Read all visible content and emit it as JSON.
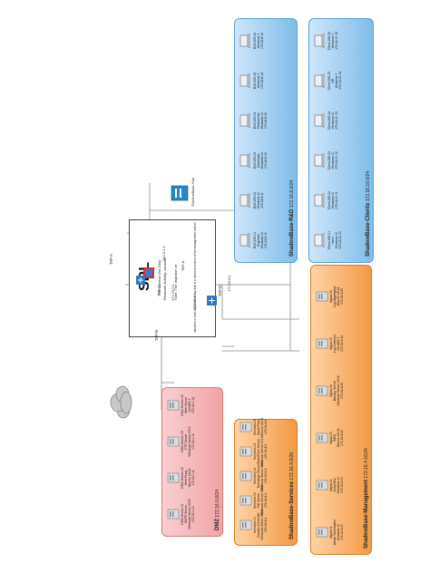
{
  "legend": {
    "title": "SRL",
    "lines": [
      "For Internal Use Only",
      "Reviewer Activity: xxxxxxx",
      "Note: The depiction of",
      "TAP-A",
      "indicates a read-only network tap that is a mirrored version of the management subnet"
    ]
  },
  "zones": {
    "dmz": {
      "name": "DMZ",
      "subnet": "172.16.0.0/24"
    },
    "services": {
      "name": "ShadowBase-Services",
      "subnet": "172.16.4.0/28"
    },
    "management": {
      "name": "ShadowBase-Management",
      "subnet": "172.16.4.16/24"
    },
    "rnd": {
      "name": "ShadowBase-R&D",
      "subnet": "172.16.8.0/24"
    },
    "clients": {
      "name": "ShadowBase-Clients",
      "subnet": "172.16.10.0/24"
    }
  },
  "taps": [
    "TAP-A",
    "TAP-B",
    "TAP-C",
    "TAP-D"
  ],
  "router_labels": [
    "172.16.0.1",
    "192.0.2.1",
    "172.16.4.1",
    "172.16.8.1"
  ],
  "hub_label": "ShadowBase-Hub",
  "dmz_devices": [
    {
      "name": "DMZ-Server-01",
      "lines": [
        "SMTP Server",
        "Windows Server 2016"
      ],
      "ip": "172.16.0.10"
    },
    {
      "name": "DMZ-Server-02",
      "lines": [
        "Web Proxy",
        "Ubuntu 18.04"
      ],
      "ip": "172.16.0.11"
    },
    {
      "name": "DMZ-Server-03",
      "lines": [
        "FTP Server",
        "Windows Server 2012"
      ],
      "ip": "172.16.0.12"
    },
    {
      "name": "DMZ-Server-04",
      "lines": [
        "Web Server",
        "CentOS 7"
      ],
      "ip": "172.16.0.13"
    }
  ],
  "services_devices": [
    {
      "name": "Services-01",
      "lines": [
        "Domain Controller",
        "Windows Server 2016"
      ],
      "ip": "172.16.4.2"
    },
    {
      "name": "Services-02",
      "lines": [
        "File Server",
        "Windows Server 2016"
      ],
      "ip": "172.16.4.3"
    },
    {
      "name": "Services-03",
      "lines": [
        "Exchange Server",
        "Windows Server 2016"
      ],
      "ip": "172.16.4.4"
    },
    {
      "name": "Services-04",
      "lines": [
        "SharePoint Server",
        "Windows Server 2016"
      ],
      "ip": "172.16.4.5"
    },
    {
      "name": "Services-05",
      "lines": [
        "Squid Proxy",
        "Ubuntu 18.04"
      ],
      "ip": "172.16.4.6"
    }
  ],
  "management_devices": [
    {
      "name": "Mgmt-01",
      "lines": [
        "Admin Workstation",
        "Windows 10"
      ],
      "ip": "172.16.4.20"
    },
    {
      "name": "Mgmt-02",
      "lines": [
        "Jump Box",
        "Windows 10"
      ],
      "ip": "172.16.4.21"
    },
    {
      "name": "Mgmt-03",
      "lines": [
        "SIEM",
        "Ubuntu 18.04"
      ],
      "ip": "172.16.4.22"
    },
    {
      "name": "Mgmt-04",
      "lines": [
        "Backup Server",
        "Windows Server 2016"
      ],
      "ip": "172.16.4.23"
    },
    {
      "name": "Mgmt-05",
      "lines": [
        "Log Collector",
        "CentOS 7"
      ],
      "ip": "172.16.4.24"
    },
    {
      "name": "Mgmt-06",
      "lines": [
        "Log Aggregator",
        "Ubuntu 18.04"
      ],
      "ip": "172.16.4.25"
    }
  ],
  "rnd_devices": [
    {
      "name": "RnD-WS-01",
      "lines": [
        "Engineer",
        "Windows 10"
      ],
      "ip": "172.16.8.10"
    },
    {
      "name": "RnD-WS-02",
      "lines": [
        "Windows 10"
      ],
      "ip": "172.16.8.11"
    },
    {
      "name": "RnD-WS-03",
      "lines": [
        "Developer",
        "Windows 10"
      ],
      "ip": "172.16.8.12"
    },
    {
      "name": "RnD-WS-04",
      "lines": [
        "Researcher",
        "Windows 10"
      ],
      "ip": "172.16.8.13"
    },
    {
      "name": "RnD-WS-05",
      "lines": [
        "Windows 7"
      ],
      "ip": "172.16.8.14"
    },
    {
      "name": "RnD-WS-06",
      "lines": [
        "Windows 7"
      ],
      "ip": "172.16.8.15"
    }
  ],
  "clients_devices": [
    {
      "name": "Client-WS-01",
      "lines": [
        "Intern",
        "Windows 10"
      ],
      "ip": "172.16.10.10"
    },
    {
      "name": "Client-WS-02",
      "lines": [
        "Windows 10"
      ],
      "ip": "172.16.10.11"
    },
    {
      "name": "Client-WS-03",
      "lines": [
        "Windows 10"
      ],
      "ip": "172.16.10.12"
    },
    {
      "name": "Client-WS-04",
      "lines": [
        "Windows 10"
      ],
      "ip": "172.16.10.13"
    },
    {
      "name": "Client-WS-05",
      "lines": [
        "HR",
        "Windows 7"
      ],
      "ip": "172.16.10.14"
    },
    {
      "name": "Client-WS-06",
      "lines": [
        "Windows 7"
      ],
      "ip": "172.16.10.15"
    }
  ],
  "colors": {
    "blue_zone": "#7fbde9",
    "orange_zone": "#f39a45",
    "red_zone": "#f2a3a6",
    "link": "#888888"
  }
}
